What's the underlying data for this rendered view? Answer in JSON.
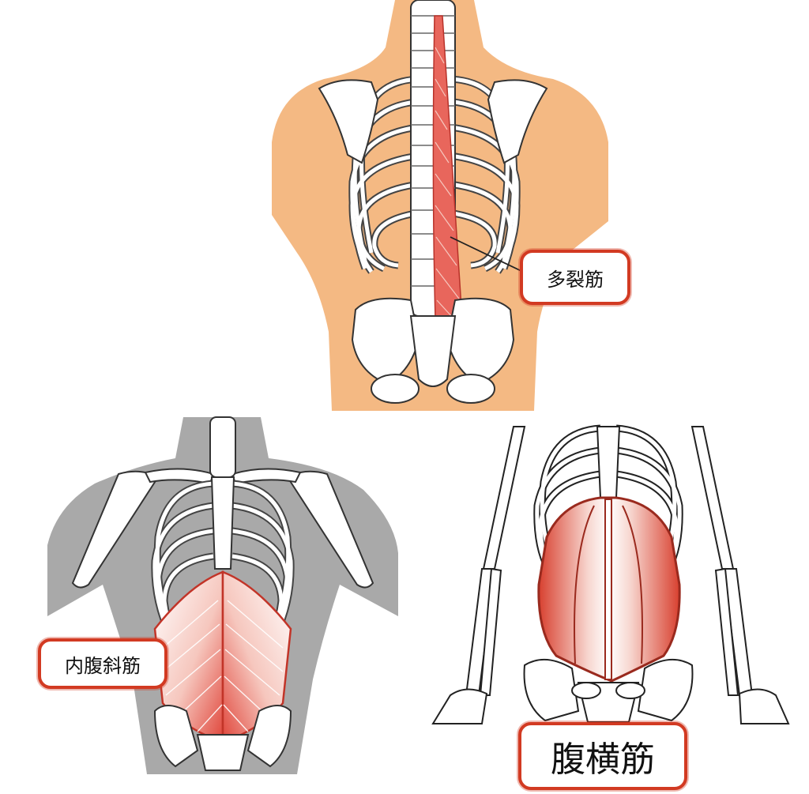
{
  "labels": {
    "multifidus": "多裂筋",
    "internal_oblique": "内腹斜筋",
    "transversus_abdominis": "腹横筋"
  },
  "colors": {
    "back_skin": "#f4b983",
    "front_silhouette": "#a9a9a9",
    "muscle_red": "#e0453a",
    "muscle_light": "#f6c7be",
    "label_border": "#d23a22",
    "bone": "#ffffff",
    "outline": "#333333"
  },
  "panels": [
    {
      "name": "back-view",
      "muscle": "multifidus"
    },
    {
      "name": "front-view-grey",
      "muscle": "internal_oblique"
    },
    {
      "name": "front-view-lineart",
      "muscle": "transversus_abdominis"
    }
  ]
}
